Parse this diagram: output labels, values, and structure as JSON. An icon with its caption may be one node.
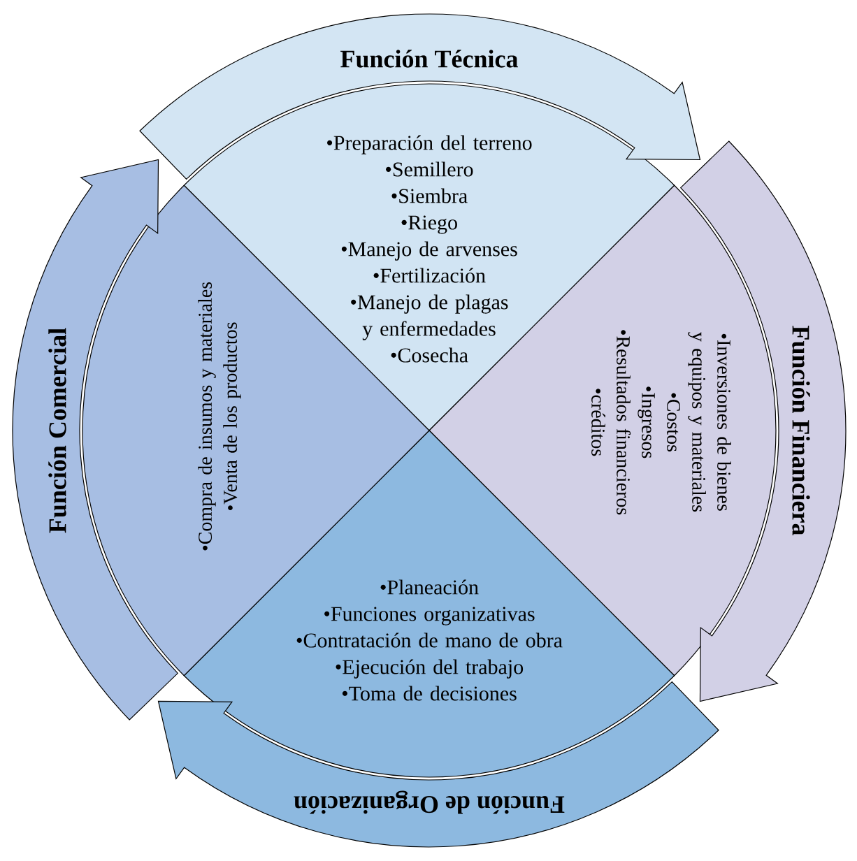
{
  "diagram": {
    "nodes": [
      {
        "text": [
          "Función Técnica"
        ]
      },
      {
        "text": [
          "•Preparación del terreno",
          "•Semillero",
          "•Siembra",
          "•Riego",
          "•Manejo de arvenses",
          "•Fertilización",
          "•Manejo de plagas y enfermedades",
          "•Cosecha"
        ]
      },
      {
        "text": [
          "Función Financiera"
        ]
      },
      {
        "text": [
          "•Inversiones de bienes y equipos y materiales",
          "•Costos",
          "•Ingresos",
          "•Resultados financieros",
          "•créditos"
        ]
      },
      {
        "text": [
          "Función de Organización"
        ]
      },
      {
        "text": [
          "•Planeación",
          "•Funciones organizativas",
          "•Contratación de mano de obra",
          "•Ejecución del trabajo",
          "•Toma de decisiones"
        ]
      },
      {
        "text": [
          "Función Comercial"
        ]
      },
      {
        "text": [
          "•Compra de insumos y materiales",
          "•Venta de los productos"
        ]
      }
    ]
  }
}
